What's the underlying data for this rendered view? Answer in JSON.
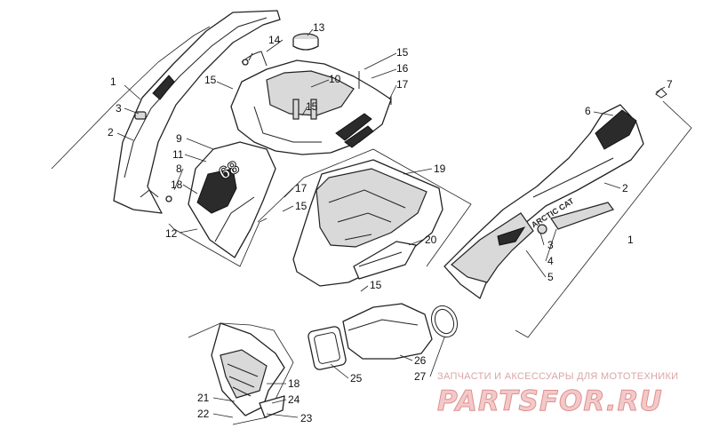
{
  "callouts": {
    "c1a": "1",
    "c3a": "3",
    "c2a": "2",
    "c14": "14",
    "c13": "13",
    "c15a": "15",
    "c15b": "15",
    "c16": "16",
    "c17a": "17",
    "c10": "10",
    "c15c": "15",
    "c9": "9",
    "c11": "11",
    "c8": "8",
    "c18a": "18",
    "c12": "12",
    "c17b": "17",
    "c15d": "15",
    "c19": "19",
    "c20": "20",
    "c15e": "15",
    "c7": "7",
    "c6": "6",
    "c2b": "2",
    "c1b": "1",
    "c3b": "3",
    "c4": "4",
    "c5": "5",
    "c26": "26",
    "c27": "27",
    "c25": "25",
    "c18b": "18",
    "c24": "24",
    "c21": "21",
    "c22": "22",
    "c23": "23"
  },
  "decals": {
    "race_number": "68",
    "brand": "ARCTIC CAT"
  },
  "watermark": {
    "caption": "ЗАПЧАСТИ И АКСЕССУАРЫ ДЛЯ МОТОТЕХНИКИ",
    "wordmark": "PARTSFOR.RU"
  }
}
